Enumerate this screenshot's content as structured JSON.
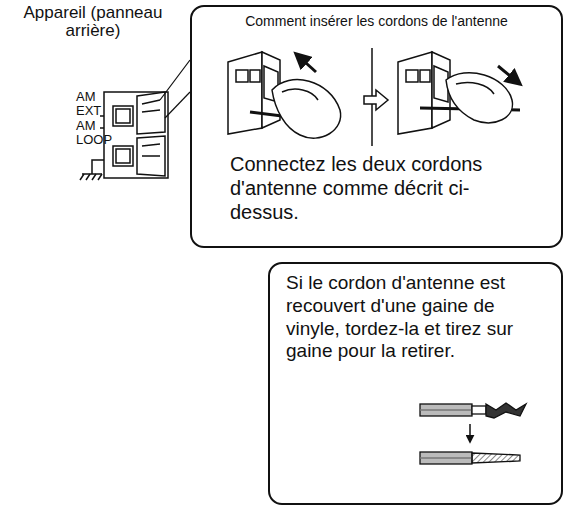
{
  "diagram": {
    "nodes": [
      {
        "text": [
          "Comment insérer les cordons de l'antenne",
          "Connectez les deux cordons d'antenne comme décrit ci-dessus."
        ]
      },
      {
        "text": [
          "Si le cordon d'antenne est recouvert d'une gaine de vinyle, tordez-la et tirez sur gaine pour la retirer."
        ]
      }
    ],
    "labels": [
      "Appareil (panneau arrière)",
      "AM EXT",
      "AM LOOP"
    ]
  }
}
